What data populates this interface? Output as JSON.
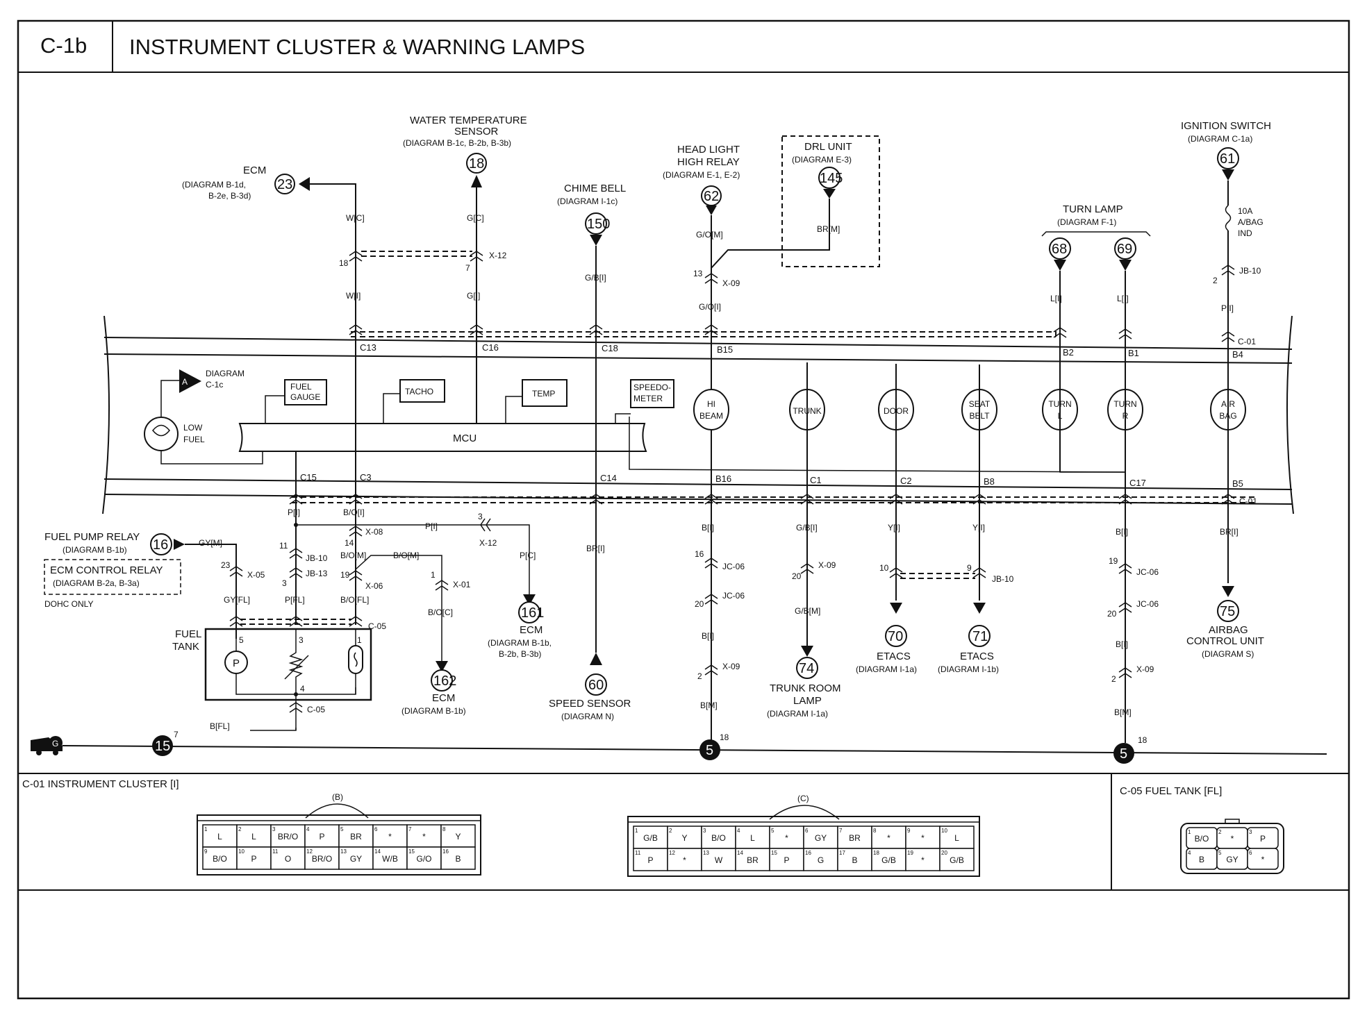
{
  "header": {
    "code": "C-1b",
    "title": "INSTRUMENT CLUSTER & WARNING LAMPS"
  },
  "top_components": [
    {
      "num": "23",
      "lines": [
        "ECM",
        "(DIAGRAM B-1d,",
        "B-2e, B-3d)"
      ]
    },
    {
      "num": "18",
      "lines": [
        "WATER TEMPERATURE",
        "SENSOR",
        "(DIAGRAM B-1c, B-2b, B-3b)"
      ]
    },
    {
      "num": "150",
      "lines": [
        "CHIME BELL",
        "(DIAGRAM I-1c)"
      ]
    },
    {
      "num": "62",
      "lines": [
        "HEAD LIGHT",
        "HIGH RELAY",
        "(DIAGRAM E-1, E-2)"
      ]
    },
    {
      "num": "145",
      "lines": [
        "DRL UNIT",
        "(DIAGRAM E-3)"
      ]
    },
    {
      "num": "68",
      "lines": []
    },
    {
      "num": "69",
      "lines": []
    },
    {
      "num": "61",
      "lines": [
        "IGNITION SWITCH",
        "(DIAGRAM C-1a)"
      ]
    }
  ],
  "turn_lamp_group": [
    "TURN LAMP",
    "(DIAGRAM F-1)"
  ],
  "fuse": [
    "10A",
    "A/BAG",
    "IND"
  ],
  "cluster": {
    "diagram_ref": [
      "DIAGRAM",
      "C-1c"
    ],
    "ref_letter": "A",
    "mcu": "MCU",
    "low_fuel": [
      "LOW",
      "FUEL"
    ],
    "gauges": [
      [
        "FUEL",
        "GAUGE"
      ],
      [
        "TACHO"
      ],
      [
        "TEMP"
      ],
      [
        "SPEEDO-",
        "METER"
      ]
    ],
    "lamps": [
      [
        "HI",
        "BEAM"
      ],
      [
        "TRUNK"
      ],
      [
        "DOOR"
      ],
      [
        "SEAT",
        "BELT"
      ],
      [
        "TURN",
        "L"
      ],
      [
        "TURN",
        "R"
      ],
      [
        "AIR",
        "BAG"
      ]
    ],
    "top_pins": [
      "C13",
      "C16",
      "C18",
      "B15",
      "B2",
      "B1",
      "B4"
    ],
    "bottom_pins": [
      "C15",
      "C3",
      "C14",
      "B16",
      "C1",
      "C2",
      "B8",
      "C17",
      "B5"
    ],
    "connector": "C-01"
  },
  "wire_labels_top": [
    "W[C]",
    "W[I]",
    "G[C]",
    "G[I]",
    "G/B[I]",
    "G/O[M]",
    "G/O[I]",
    "BR[M]",
    "L[I]",
    "L[I]",
    "P[I]"
  ],
  "connector_ids_top": [
    "X-12",
    "X-09",
    "JB-10"
  ],
  "pin_numbers_top": [
    "18",
    "7",
    "13",
    "2"
  ],
  "bottom_components": [
    {
      "num": "16",
      "lines": [
        "FUEL PUMP RELAY",
        "(DIAGRAM B-1b)"
      ]
    },
    {
      "num": "161",
      "lines": [
        "ECM",
        "(DIAGRAM B-1b,",
        "B-2b, B-3b)"
      ]
    },
    {
      "num": "162",
      "lines": [
        "ECM",
        "(DIAGRAM B-1b)"
      ]
    },
    {
      "num": "60",
      "lines": [
        "SPEED SENSOR",
        "(DIAGRAM N)"
      ]
    },
    {
      "num": "74",
      "lines": [
        "TRUNK ROOM",
        "LAMP",
        "(DIAGRAM I-1a)"
      ]
    },
    {
      "num": "70",
      "lines": [
        "ETACS",
        "(DIAGRAM I-1a)"
      ]
    },
    {
      "num": "71",
      "lines": [
        "ETACS",
        "(DIAGRAM I-1b)"
      ]
    },
    {
      "num": "75",
      "lines": [
        "AIRBAG",
        "CONTROL UNIT",
        "(DIAGRAM S)"
      ]
    }
  ],
  "ecm_relay_box": [
    "ECM CONTROL RELAY",
    "(DIAGRAM B-2a, B-3a)"
  ],
  "dohc": "DOHC ONLY",
  "fuel_tank": [
    "FUEL",
    "TANK"
  ],
  "pump": "P",
  "wire_labels_bottom": [
    "GY[M]",
    "GY[FL]",
    "P[I]",
    "P[FL]",
    "B/O[I]",
    "B/O[M]",
    "B/O[M]",
    "B/O[FL]",
    "P[I]",
    "P[C]",
    "B/O[C]",
    "BR[I]",
    "B[I]",
    "B[I]",
    "B[M]",
    "G/B[I]",
    "G/B[M]",
    "Y[I]",
    "Y[I]",
    "B[I]",
    "B[I]",
    "B[M]",
    "BR[I]",
    "B[FL]"
  ],
  "connector_ids_bottom": [
    "X-05",
    "JB-10",
    "JB-13",
    "X-08",
    "X-06",
    "X-12",
    "X-01",
    "C-05",
    "C-05",
    "JC-06",
    "JC-06",
    "X-09",
    "X-09",
    "JB-10",
    "JC-06",
    "JC-06",
    "X-09",
    "C-01"
  ],
  "pin_numbers_bottom": [
    "23",
    "11",
    "3",
    "14",
    "19",
    "3",
    "1",
    "5",
    "3",
    "1",
    "4",
    "16",
    "20",
    "2",
    "20",
    "10",
    "9",
    "19",
    "20",
    "2",
    "7",
    "18",
    "18"
  ],
  "grounds": [
    {
      "num": "15",
      "pin": "7"
    },
    {
      "num": "5",
      "pin": "18"
    },
    {
      "num": "5",
      "pin": "18"
    }
  ],
  "ground_ref": "G",
  "connector_views": {
    "c01_title": "C-01 INSTRUMENT CLUSTER [I]",
    "c05_title": "C-05 FUEL TANK [FL]",
    "b_label": "(B)",
    "c_label": "(C)",
    "b_row1": [
      "L",
      "L",
      "BR/O",
      "P",
      "BR",
      "*",
      "*",
      "Y"
    ],
    "b_row2": [
      "B/O",
      "P",
      "O",
      "BR/O",
      "GY",
      "W/B",
      "G/O",
      "B"
    ],
    "c_row1": [
      "G/B",
      "Y",
      "B/O",
      "L",
      "*",
      "GY",
      "BR",
      "*",
      "*",
      "L"
    ],
    "c_row2": [
      "P",
      "*",
      "W",
      "BR",
      "P",
      "G",
      "B",
      "G/B",
      "*",
      "G/B"
    ],
    "f_row1": [
      "B/O",
      "*",
      "P"
    ],
    "f_row2": [
      "B",
      "GY",
      "*"
    ]
  }
}
